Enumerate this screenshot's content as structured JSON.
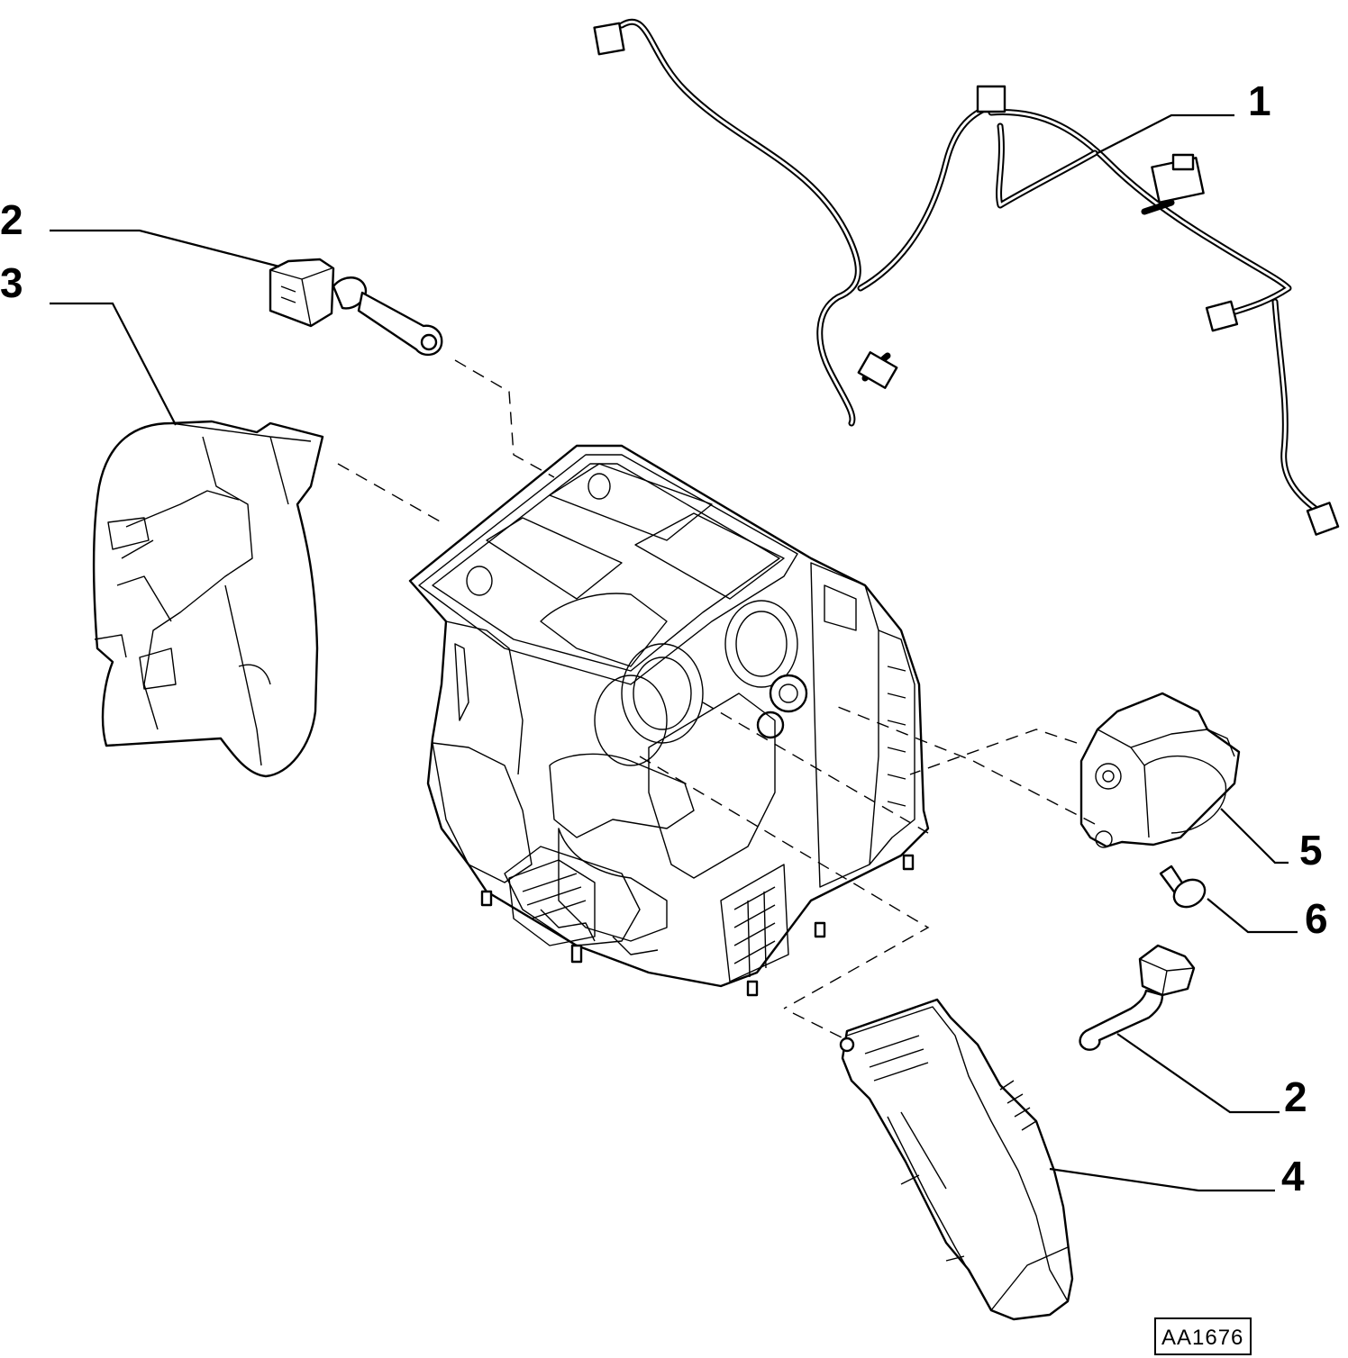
{
  "callouts": [
    {
      "id": "c1",
      "label": "1"
    },
    {
      "id": "c2a",
      "label": "2"
    },
    {
      "id": "c3",
      "label": "3"
    },
    {
      "id": "c5",
      "label": "5"
    },
    {
      "id": "c6",
      "label": "6"
    },
    {
      "id": "c2b",
      "label": "2"
    },
    {
      "id": "c4",
      "label": "4"
    }
  ],
  "reference_code": "AA1676"
}
